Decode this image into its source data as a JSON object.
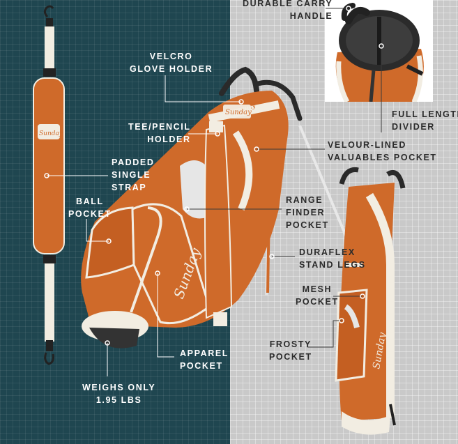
{
  "colors": {
    "left_bg": "#1f4650",
    "right_bg": "#c9c9c9",
    "bag_orange": "#cf6a2a",
    "bag_cream": "#f2ede2",
    "leader_left": "#ffffff",
    "leader_right": "#3a3a3a",
    "dot": "#ffffff"
  },
  "brand": "Sunday",
  "labels": {
    "carry_handle": [
      "DURABLE CARRY",
      "HANDLE"
    ],
    "glove_holder": [
      "VELCRO",
      "GLOVE HOLDER"
    ],
    "tee_holder": [
      "TEE/PENCIL",
      "HOLDER"
    ],
    "strap": [
      "PADDED",
      "SINGLE",
      "STRAP"
    ],
    "ball_pocket": [
      "BALL",
      "POCKET"
    ],
    "divider": [
      "FULL LENGTH",
      "DIVIDER"
    ],
    "valuables_pocket": [
      "VELOUR-LINED",
      "VALUABLES POCKET"
    ],
    "rangefinder_pocket": [
      "RANGE",
      "FINDER",
      "POCKET"
    ],
    "stand_legs": [
      "DURAFLEX",
      "STAND LEGS"
    ],
    "mesh_pocket": [
      "MESH",
      "POCKET"
    ],
    "frosty_pocket": [
      "FROSTY",
      "POCKET"
    ],
    "apparel_pocket": [
      "APPAREL",
      "POCKET"
    ],
    "weight": [
      "WEIGHS ONLY",
      "1.95 LBS"
    ]
  }
}
